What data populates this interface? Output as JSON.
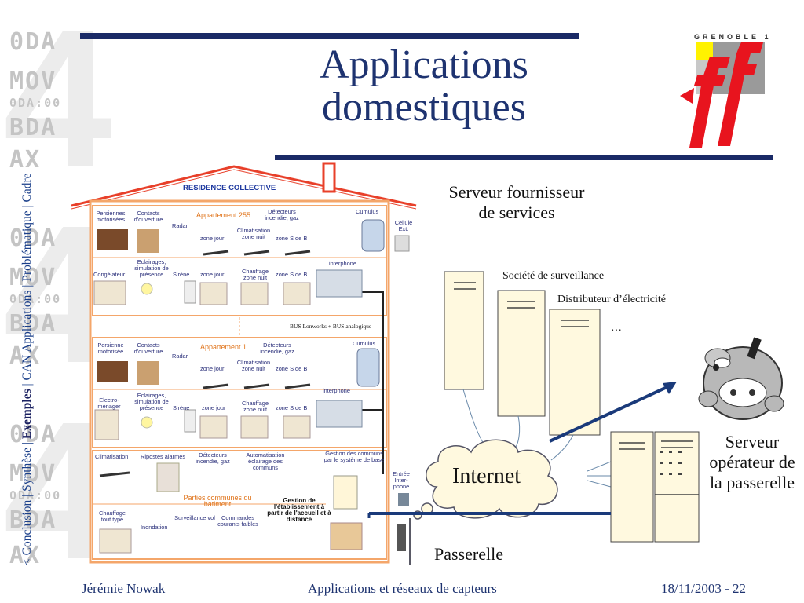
{
  "slide": {
    "title_line1": "Applications",
    "title_line2": "domestiques",
    "logo_text": "GRENOBLE 1"
  },
  "sidebar": {
    "nav_prefix": "< Conclusion | Synthèse | ",
    "nav_current": "Exemples",
    "nav_suffix": " | CAN Applications | Problématique | Cadre",
    "watermark_lines": [
      "0DA",
      "MOV",
      "0DA:00",
      "BDA",
      "AX"
    ]
  },
  "diagram": {
    "server_provider": "Serveur fournisseur de services",
    "provider_labels": [
      "Société de surveillance",
      "Distributeur d’électricité",
      "…"
    ],
    "internet": "Internet",
    "gateway_server": "Serveur opérateur de la passerelle",
    "gateway": "Passerelle"
  },
  "building": {
    "header": "RESIDENCE COLLECTIVE",
    "apt255": "Appartement 255",
    "apt1": "Appartement 1",
    "bus": "BUS Lonworks + BUS analogique",
    "cumulus": "Cumulus",
    "cellule": "Cellule Ext.",
    "entree": "Entrée Inter- phone",
    "interphone": "interphone",
    "row_a": [
      "Persiennes motorisées",
      "Contacts d'ouverture",
      "Radar",
      "Détecteurs incendie, gaz"
    ],
    "row_a1": [
      "Persienne motorisée",
      "Contacts d'ouverture",
      "Radar",
      "Détecteurs incendie, gaz"
    ],
    "zones": [
      "zone jour",
      "Climatisation zone nuit",
      "zone S de B"
    ],
    "row_b": [
      "Congélateur",
      "Eclairages, simulation de présence",
      "Sirène",
      "zone jour",
      "Chauffage zone nuit",
      "zone S de B"
    ],
    "row_b1": [
      "Electro- ménager",
      "Eclairages, simulation de présence",
      "Sirène",
      "zone jour",
      "Chauffage zone nuit",
      "zone S de B"
    ],
    "common_top": [
      "Climatisation",
      "Ripostes alarmes",
      "Détecteurs incendie, gaz",
      "Automatisation éclairage des communs",
      "Gestion des communs par le système de base"
    ],
    "common_parts": "Parties communes du batiment",
    "common_bottom": [
      "Chauffage tout type",
      "Inondation",
      "Surveillance vol",
      "Commandes courants faibles"
    ],
    "gestion": "Gestion de l'établissement à partir de l'accueil et à distance"
  },
  "footer": {
    "author": "Jérémie Nowak",
    "course": "Applications et réseaux de capteurs",
    "date_page": "18/11/2003 - 22"
  },
  "colors": {
    "title": "#1e3370",
    "rule": "#1a2a66",
    "roof": "#e8402a",
    "building": "#f4a66a",
    "logo_red": "#e8141e",
    "logo_yellow": "#fff200",
    "logo_gray": "#9a9a9a"
  }
}
